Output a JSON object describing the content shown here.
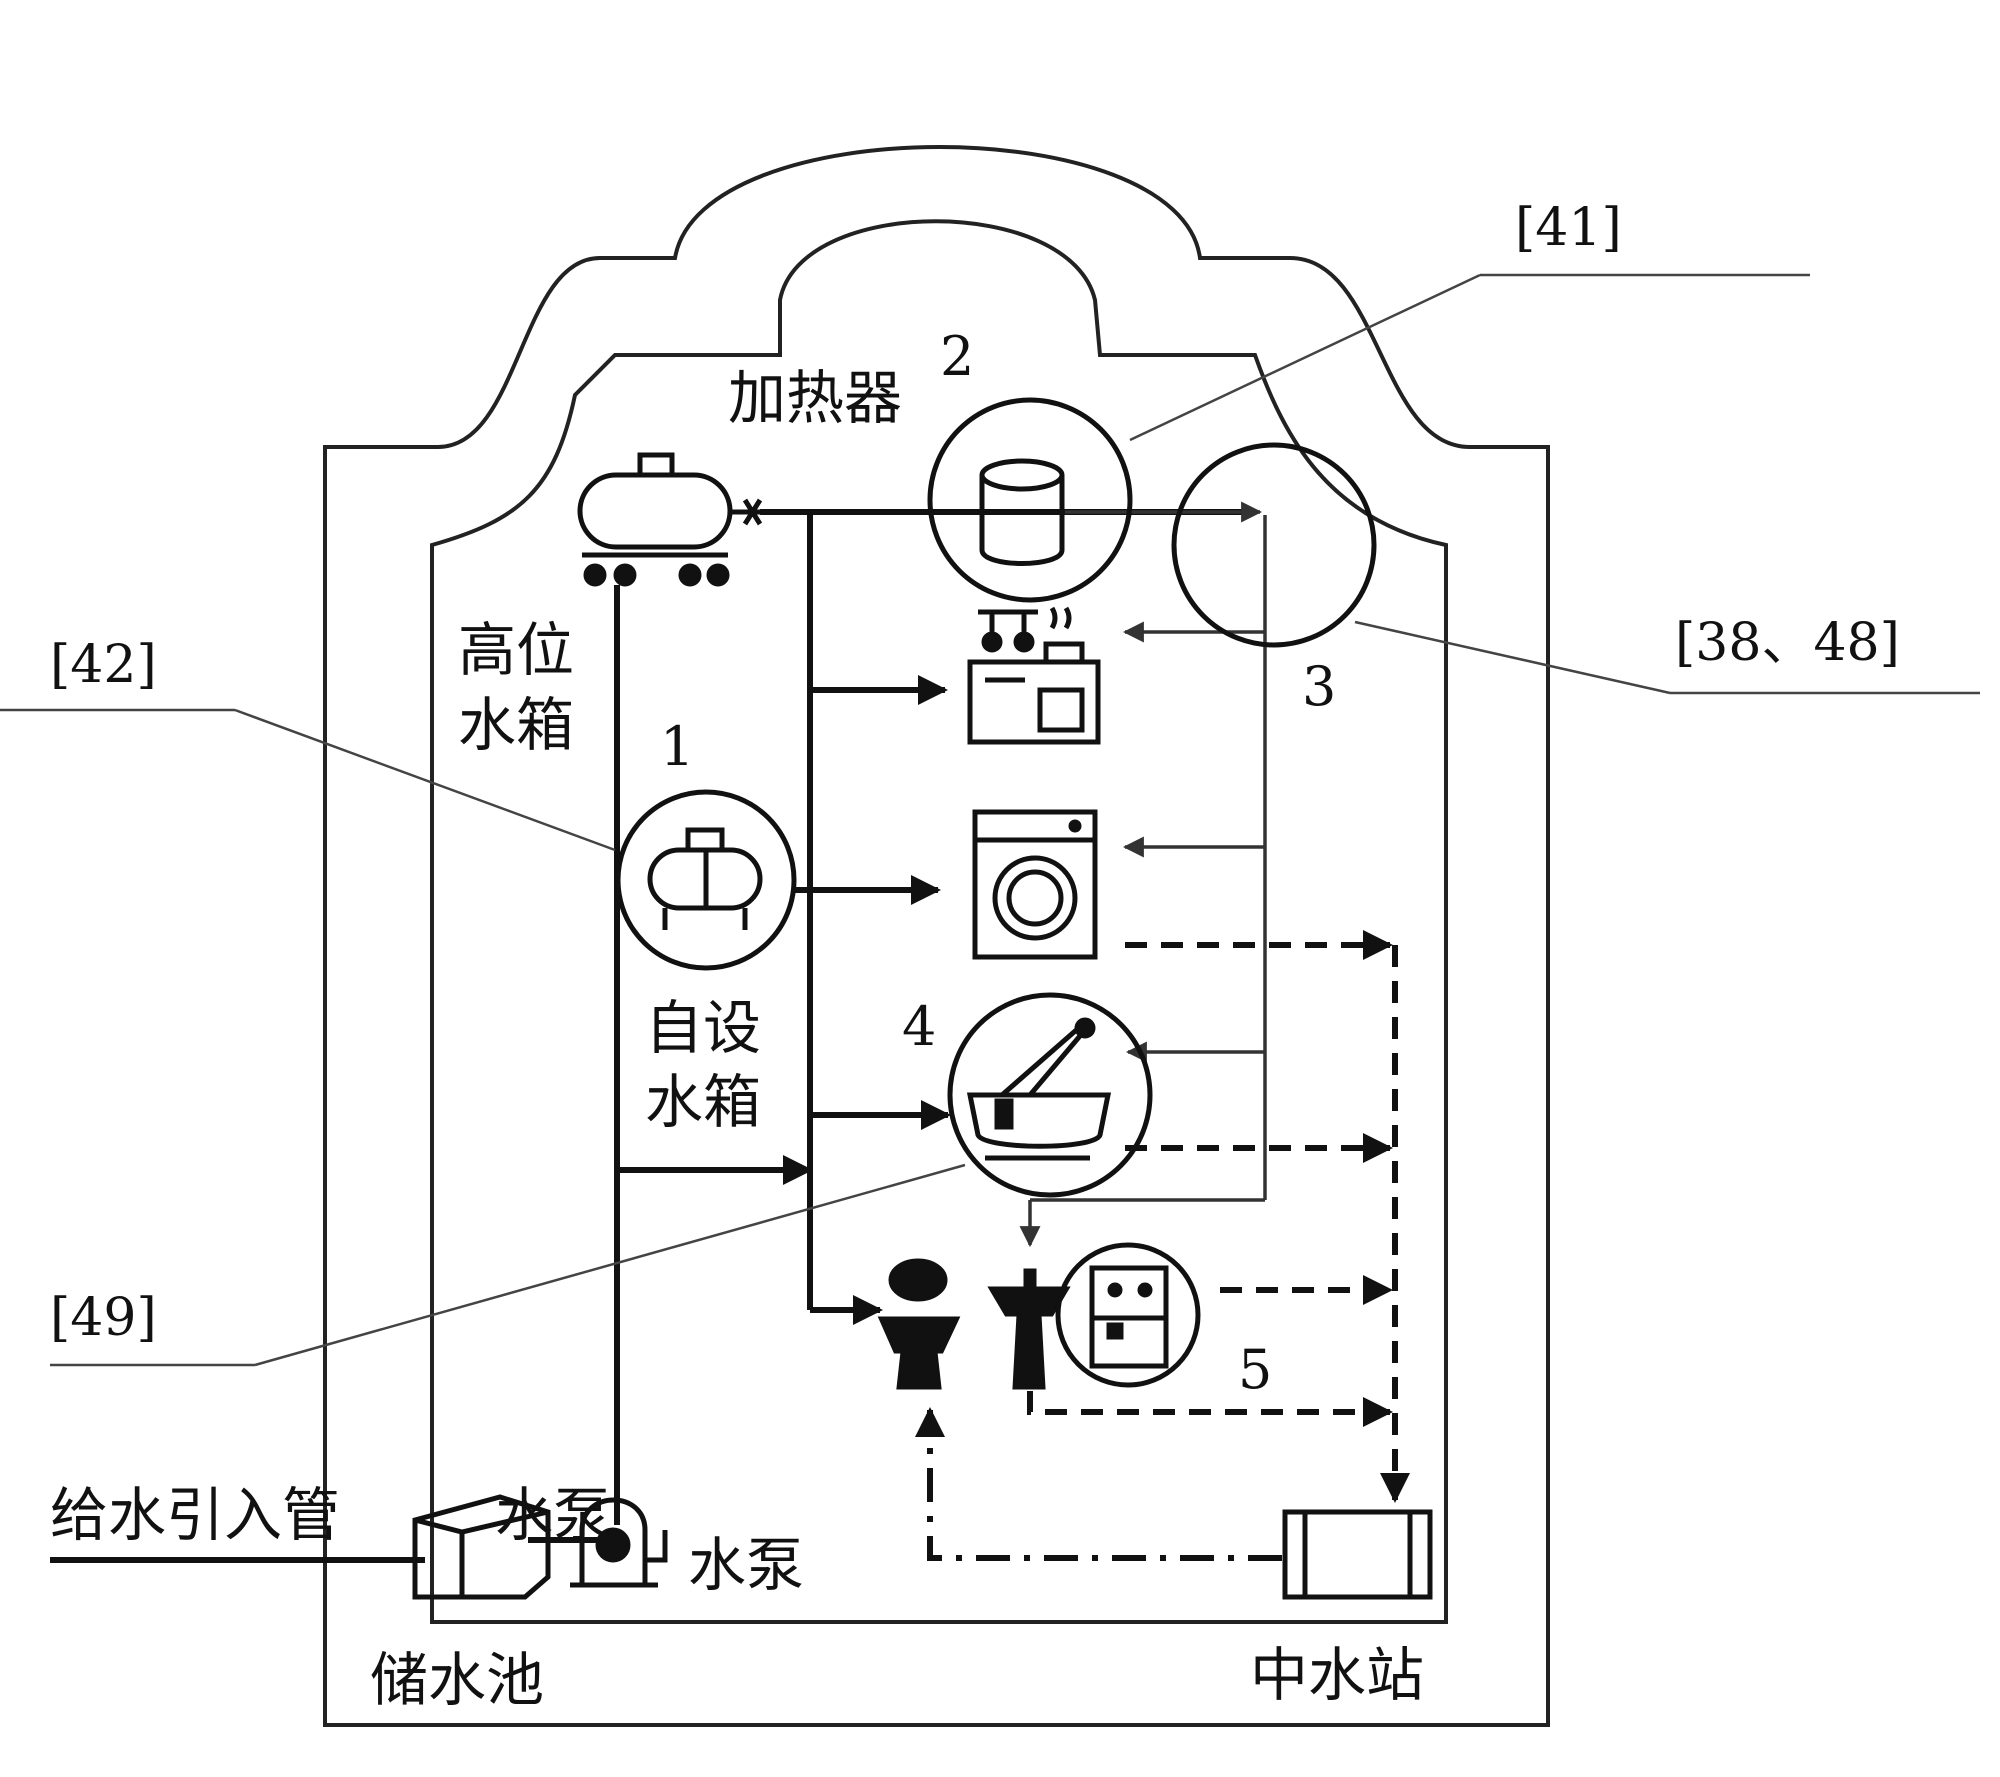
{
  "labels": {
    "heater": "加热器",
    "high_tank_line1": "高位",
    "high_tank_line2": "水箱",
    "self_tank_line1": "自设",
    "self_tank_line2": "水箱",
    "inlet_pipe": "给水引入管",
    "pump_overlap": "水泵",
    "pump": "水泵",
    "storage_pool": "储水池",
    "reclaimed_station": "中水站"
  },
  "numbers": {
    "n1": "1",
    "n2": "2",
    "n3": "3",
    "n4": "4",
    "n5": "5"
  },
  "refs": {
    "r41": "[41]",
    "r42": "[42]",
    "r38_48": "[38、48]",
    "r49": "[49]"
  }
}
